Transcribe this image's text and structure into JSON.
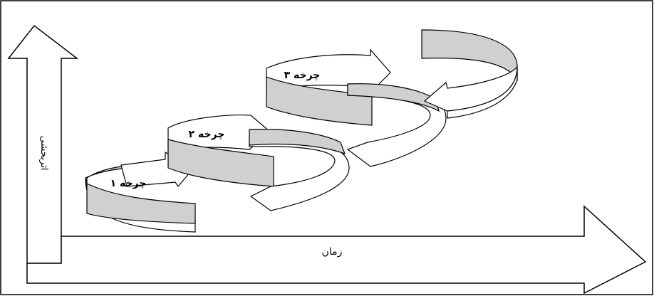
{
  "diagram": {
    "y_axis_label": "اثربخشی",
    "x_axis_label": "زمان",
    "cycles": [
      {
        "label": "چرخه ۱"
      },
      {
        "label": "چرخه ۲"
      },
      {
        "label": "چرخه ۳"
      }
    ]
  },
  "colors": {
    "band_inner": "#d0d0d0",
    "band_outer": "#ffffff",
    "stroke": "#000000"
  }
}
